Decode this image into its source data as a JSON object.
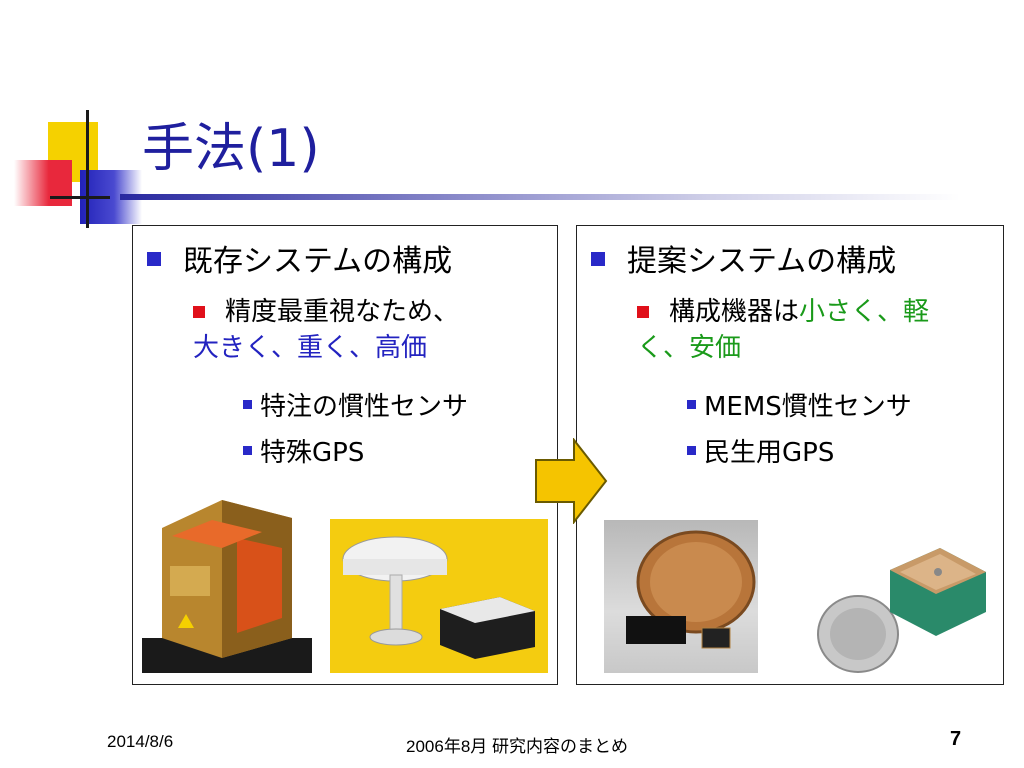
{
  "slide": {
    "title": "手法(1)"
  },
  "left_box": {
    "heading": "既存システムの構成",
    "sub_line1": "精度最重視なため、",
    "sub_line2": "大きく、重く、高価",
    "items": [
      "特注の慣性センサ",
      "特殊GPS"
    ]
  },
  "right_box": {
    "heading": "提案システムの構成",
    "sub_prefix": "構成機器は",
    "sub_highlight1": "小さく、軽",
    "sub_highlight2": "く、安価",
    "items": [
      "MEMS慣性センサ",
      "民生用GPS"
    ]
  },
  "footer": {
    "date": "2014/8/6",
    "center": "2006年8月 研究内容のまとめ",
    "page": "7"
  },
  "colors": {
    "title": "#1f1f9e",
    "bullet_l1": "#2929c8",
    "bullet_l2": "#e0101a",
    "highlight_blue": "#2323c0",
    "highlight_green": "#1a9a1a",
    "arrow": "#f5c400"
  }
}
